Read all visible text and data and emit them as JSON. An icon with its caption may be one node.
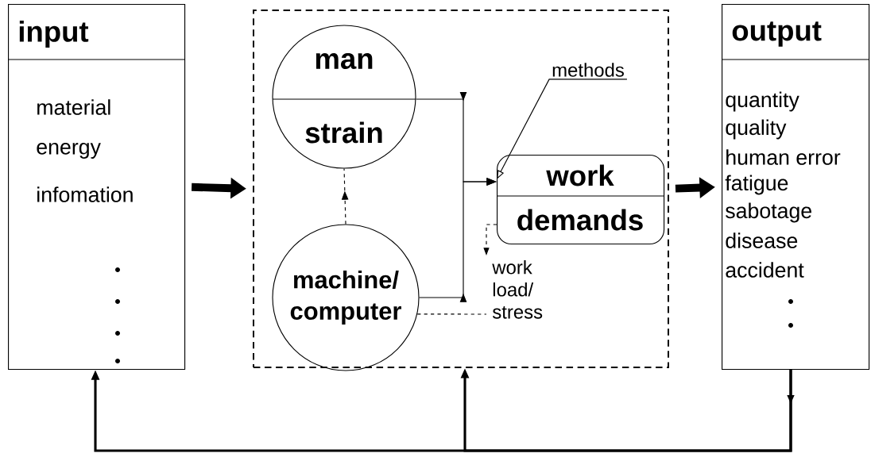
{
  "diagram": {
    "nodes": [
      {
        "text": [
          "input",
          "material",
          "energy",
          "infomation"
        ]
      },
      {
        "text": [],
        "shape": "box"
      },
      {
        "text": [
          "man",
          "strain"
        ],
        "in": 1
      },
      {
        "text": [
          "machine/ computer"
        ],
        "in": 1
      },
      {
        "text": [
          "work",
          "demands"
        ],
        "in": 1
      },
      {
        "text": [
          "output",
          "quantity",
          "quality",
          "human error",
          "fatigue",
          "sabotage",
          "disease",
          "accident"
        ]
      },
      {
        "text": [
          "methods"
        ],
        "in": 1
      },
      {
        "text": [
          "work load/ stress"
        ],
        "in": 1
      }
    ],
    "edges": [
      {
        "from": 0,
        "to": 1,
        "arrow": "to",
        "style": "thick"
      },
      {
        "from": 1,
        "to": 5,
        "arrow": "to",
        "style": "thick"
      },
      {
        "from": 2,
        "to": 4,
        "arrow": "to"
      },
      {
        "from": 3,
        "to": 4,
        "arrow": "to"
      },
      {
        "from": 3,
        "to": 2,
        "arrow": "to",
        "style": "dashed"
      },
      {
        "from": 6,
        "to": 4,
        "arrow": "to"
      },
      {
        "from": 4,
        "to": 7,
        "arrow": "to",
        "style": "dashed"
      },
      {
        "from": 3,
        "to": 7,
        "arrow": "none",
        "style": "dashed"
      },
      {
        "from": 5,
        "to": 0,
        "arrow": "to",
        "style": "thick"
      },
      {
        "from": 5,
        "to": 1,
        "arrow": "to",
        "style": "thick"
      }
    ]
  }
}
